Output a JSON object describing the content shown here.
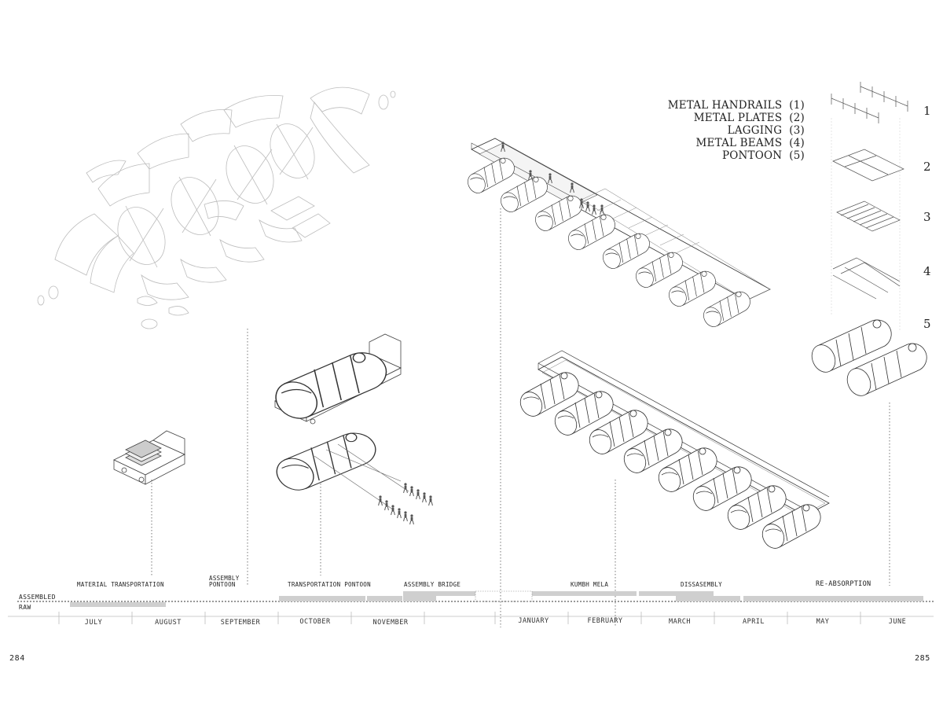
{
  "page_numbers": {
    "left": "284",
    "right": "285"
  },
  "legend": [
    {
      "text": "METAL HANDRAILS",
      "num": "(1)"
    },
    {
      "text": "METAL PLATES",
      "num": "(2)"
    },
    {
      "text": "LAGGING",
      "num": "(3)"
    },
    {
      "text": "METAL BEAMS",
      "num": "(4)"
    },
    {
      "text": "PONTOON",
      "num": "(5)"
    }
  ],
  "layer_numbers": [
    "1",
    "2",
    "3",
    "4",
    "5"
  ],
  "timeline": {
    "axis_labels": {
      "assembled": "ASSEMBLED",
      "raw": "RAW"
    },
    "months": [
      "JULY",
      "AUGUST",
      "SEPTEMBER",
      "OCTOBER",
      "NOVEMBER",
      "JANUARY",
      "FEBRUARY",
      "MARCH",
      "APRIL",
      "MAY",
      "JUNE"
    ],
    "phases": [
      {
        "label": "MATERIAL TRANSPORTATION"
      },
      {
        "label": "ASSEMBLY\nPONTOON"
      },
      {
        "label": "TRANSPORTATION PONTOON"
      },
      {
        "label": "ASSEMBLY BRIDGE"
      },
      {
        "label": "KUMBH MELA"
      },
      {
        "label": "DISSASEMBLY"
      },
      {
        "label": "RE-ABSORPTION"
      }
    ]
  },
  "colors": {
    "line": "#555555",
    "bar": "#cfcfcf",
    "background": "#ffffff"
  }
}
